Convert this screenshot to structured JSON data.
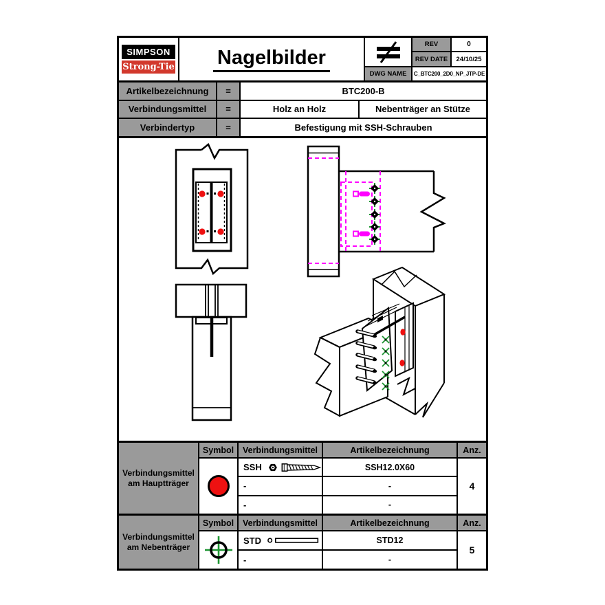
{
  "logo": {
    "top": "SIMPSON",
    "bottom": "Strong-Tie"
  },
  "title": "Nagelbilder",
  "title_block": {
    "rev_label": "REV",
    "rev_value": "0",
    "rev_date_label": "REV DATE",
    "rev_date_value": "24/10/25",
    "dwg_name_label": "DWG NAME",
    "dwg_name_value": "C_BTC200_2D0_NP_JTP-DE"
  },
  "info": {
    "rows": [
      {
        "label": "Artikelbezeichnung",
        "eq": "=",
        "values": [
          "BTC200-B"
        ]
      },
      {
        "label": "Verbindungsmittel",
        "eq": "=",
        "values": [
          "Holz an Holz",
          "Nebenträger an Stütze"
        ]
      },
      {
        "label": "Verbindertyp",
        "eq": "=",
        "values": [
          "Befestigung mit SSH-Schrauben"
        ]
      }
    ]
  },
  "table_headers": {
    "symbol": "Symbol",
    "fastener": "Verbindungsmittel",
    "article": "Artikelbezeichnung",
    "qty": "Anz."
  },
  "main_beam_table": {
    "row_label": "Verbindungsmittel am Hauptträger",
    "symbol": "red filled circle",
    "rows": [
      {
        "code": "SSH",
        "article": "SSH12.0X60"
      },
      {
        "code": "-",
        "article": "-"
      },
      {
        "code": "-",
        "article": "-"
      }
    ],
    "qty": "4"
  },
  "secondary_beam_table": {
    "row_label": "Verbindungsmittel am Nebenträger",
    "symbol": "circle with green crosshair",
    "rows": [
      {
        "code": "STD",
        "article": "STD12"
      },
      {
        "code": "-",
        "article": "-"
      }
    ],
    "qty": "5"
  },
  "drawings": {
    "views": [
      "front view of connector on post",
      "side view post with hidden connector",
      "top view beam over post",
      "isometric view of BTC connection"
    ]
  },
  "colors": {
    "logo_red": "#d2382c",
    "marker_red": "#ee1111",
    "hidden_line_magenta": "#ff00ff",
    "fastener_green": "#1e9632",
    "table_gray": "#9a9a9a"
  }
}
